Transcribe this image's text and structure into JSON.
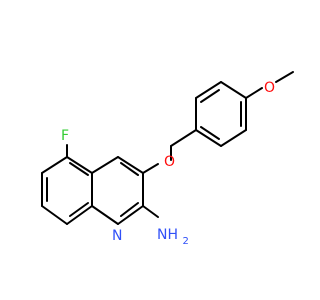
{
  "molecule": {
    "atoms": {
      "fluorine": "F",
      "ring_nitrogen": "N",
      "amine": "NH",
      "amine_subscript": "2",
      "ether_oxygen": "O",
      "methoxy_oxygen": "O"
    },
    "colors": {
      "bond": "#000000",
      "fluorine": "#33cc33",
      "nitrogen": "#3050f8",
      "oxygen": "#ff0d0d"
    }
  }
}
